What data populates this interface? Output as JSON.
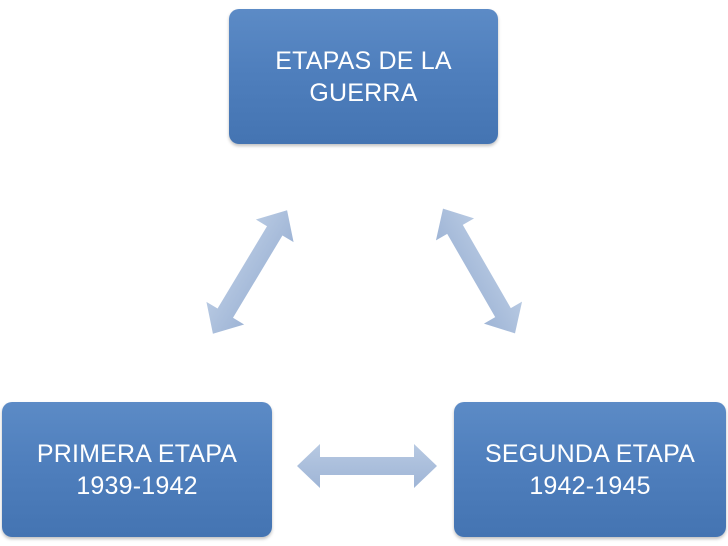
{
  "diagram": {
    "nodes": {
      "top": {
        "line1": "ETAPAS DE LA",
        "line2": "GUERRA"
      },
      "left": {
        "line1": "PRIMERA ETAPA",
        "line2": "1939-1942"
      },
      "right": {
        "line1": "SEGUNDA ETAPA",
        "line2": "1942-1945"
      }
    },
    "colors": {
      "node_fill": "#4f81bd",
      "arrow_fill": "#a9bedb",
      "text": "#ffffff"
    },
    "connectors": [
      {
        "from": "top",
        "to": "left",
        "style": "double-arrow"
      },
      {
        "from": "top",
        "to": "right",
        "style": "double-arrow"
      },
      {
        "from": "left",
        "to": "right",
        "style": "double-arrow"
      }
    ]
  }
}
